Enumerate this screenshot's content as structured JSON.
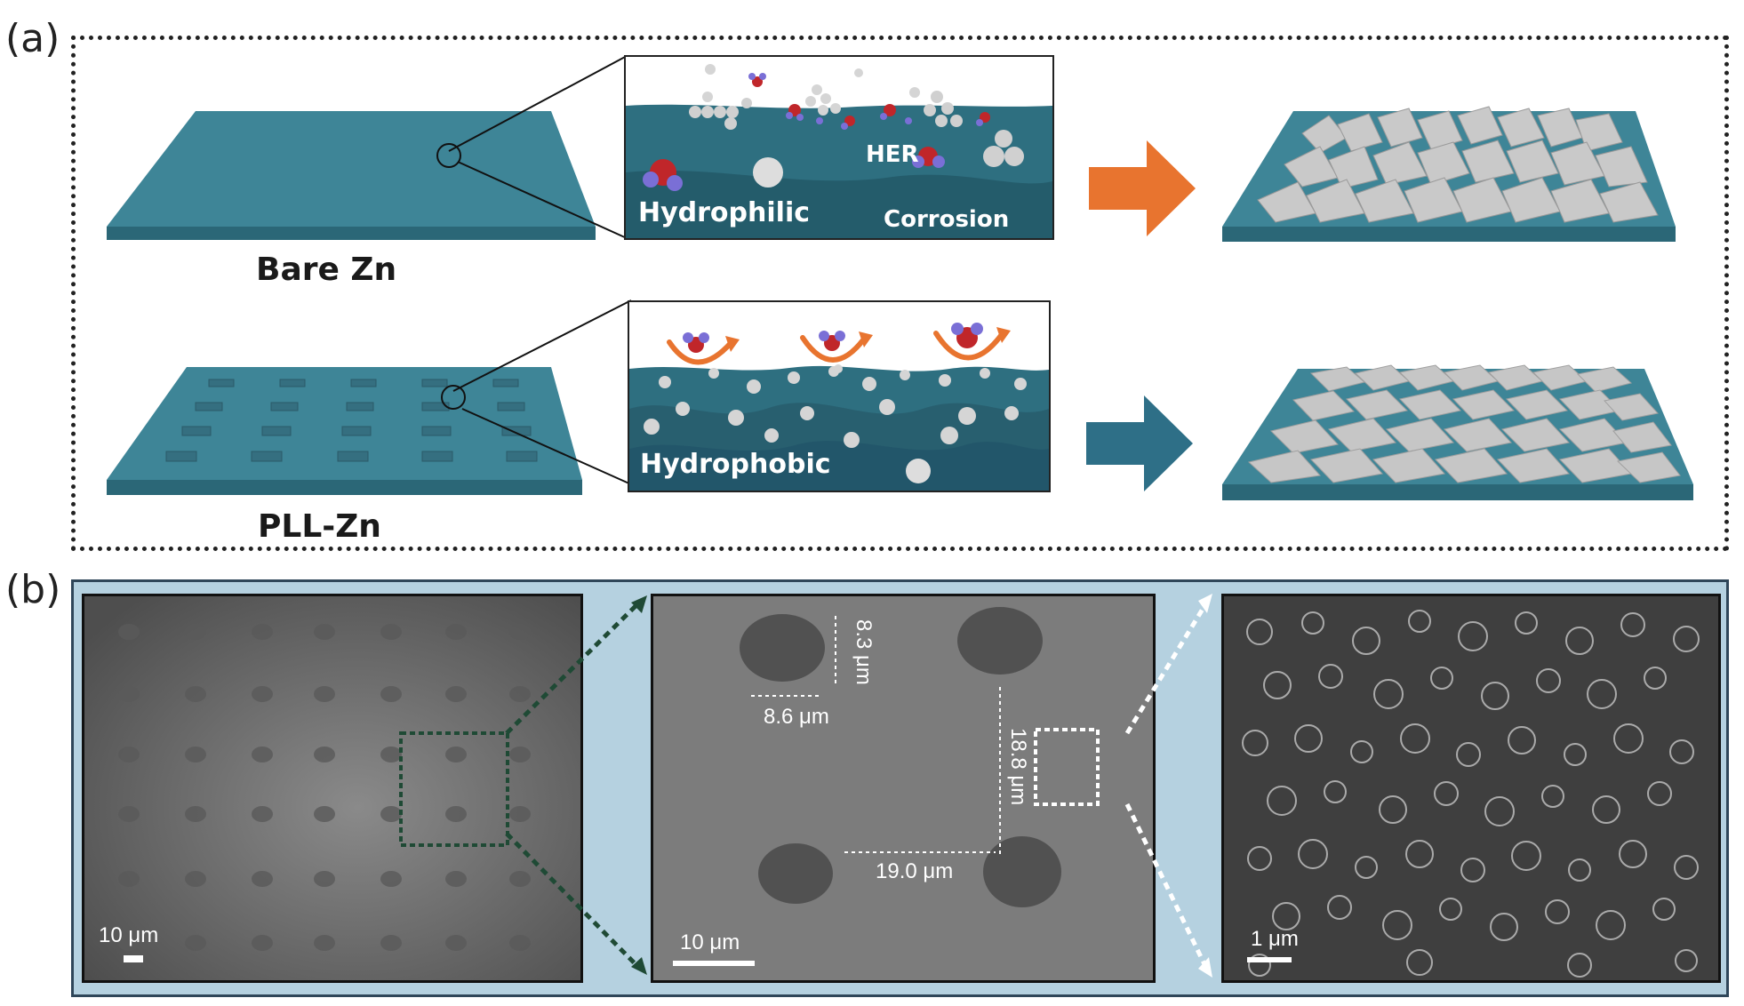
{
  "panel_a": {
    "label": "(a)",
    "bare_caption": "Bare Zn",
    "pll_caption": "PLL-Zn",
    "zoom_top": {
      "her_label": "HER",
      "hydrophilic_label": "Hydrophilic",
      "corrosion_label": "Corrosion"
    },
    "zoom_bottom": {
      "hydrophobic_label": "Hydrophobic"
    },
    "colors": {
      "zn_teal": "#3b7b8c",
      "arrow_top": "#e8742f",
      "arrow_bottom": "#2e6f87",
      "water_red": "#c0262a",
      "water_blue": "#7a6fd6",
      "zn_ion": "#cfcfcf"
    }
  },
  "panel_b": {
    "label": "(b)",
    "sem1_scale": "10 μm",
    "sem2_scale": "10 μm",
    "sem3_scale": "1 μm",
    "meas_height": "8.3 μm",
    "meas_width": "8.6 μm",
    "meas_vertical_gap": "18.8 μm",
    "meas_horizontal_gap": "19.0 μm",
    "colors": {
      "frame_bg": "#b5d1e0",
      "zoom_box_1": "#1f4a35",
      "zoom_box_2": "#ffffff"
    }
  }
}
